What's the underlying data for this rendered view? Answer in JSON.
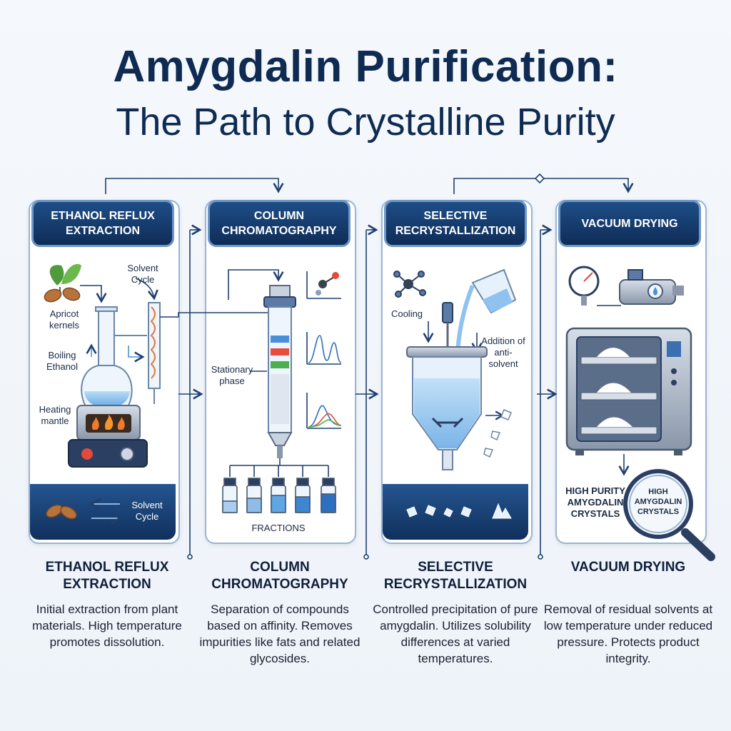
{
  "title": {
    "line1": "Amygdalin Purification:",
    "line2": "The Path to Crystalline Purity"
  },
  "steps": [
    {
      "header": "ETHANOL REFLUX EXTRACTION",
      "labels": {
        "solvent_cycle": "Solvent Cycle",
        "apricot_kernels": "Apricot kernels",
        "boiling_ethanol": "Boiling Ethanol",
        "heating_mantle": "Heating mantle",
        "footer_solvent_cycle": "Solvent Cycle"
      },
      "caption_title": "ETHANOL REFLUX EXTRACTION",
      "caption_desc": "Initial extraction from plant materials. High temperature promotes dissolution."
    },
    {
      "header": "COLUMN CHROMATOGRAPHY",
      "labels": {
        "stationary_phase": "Stationary phase",
        "fractions": "FRACTIONS"
      },
      "caption_title": "COLUMN CHROMATOGRAPHY",
      "caption_desc": "Separation of compounds based on affinity. Removes impurities like fats and related glycosides."
    },
    {
      "header": "SELECTIVE RECRYSTALLIZATION",
      "labels": {
        "cooling": "Cooling",
        "addition": "Addition of anti-solvent"
      },
      "caption_title": "SELECTIVE RECRYSTALLIZATION",
      "caption_desc": "Controlled precipitation of pure amygdalin. Utilizes solubility differences at varied temperatures."
    },
    {
      "header": "VACUUM DRYING",
      "labels": {
        "high_purity": "HIGH PURITY AMYGDALIN CRYSTALS",
        "magnifier": "HIGH AMYGDALIN CRYSTALS"
      },
      "caption_title": "VACUUM DRYING",
      "caption_desc": "Removal of residual solvents at low temperature under reduced pressure. Protects product integrity."
    }
  ],
  "colors": {
    "navy": "#0f2c57",
    "accent_blue": "#4a90d9",
    "panel_border": "#9bb4d2",
    "flame": "#f07a2a"
  }
}
